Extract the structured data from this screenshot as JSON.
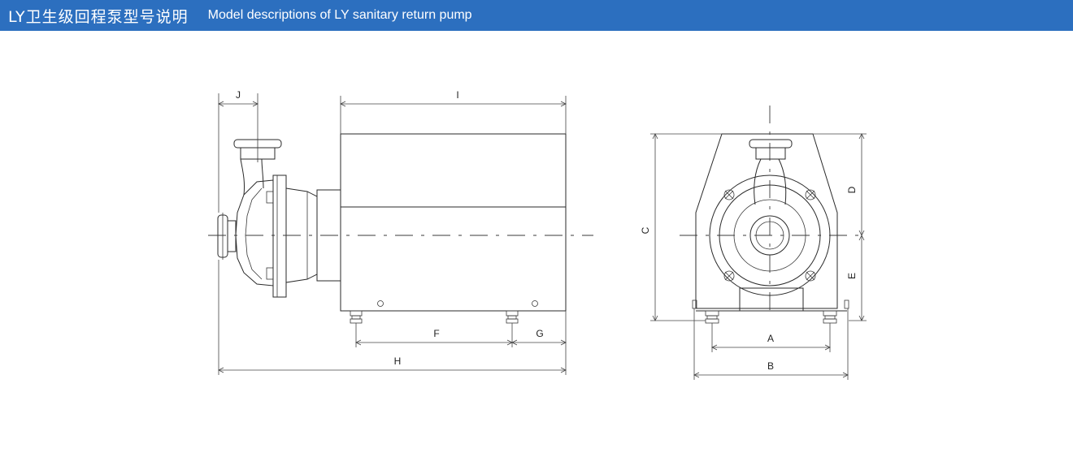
{
  "header": {
    "title_cn": "LY卫生级回程泵型号说明",
    "title_en": "Model descriptions of LY sanitary return pump"
  },
  "diagram": {
    "side_view_labels": {
      "J": "J",
      "I": "I",
      "F": "F",
      "G": "G",
      "H": "H"
    },
    "front_view_labels": {
      "C": "C",
      "D": "D",
      "E": "E",
      "A": "A",
      "B": "B"
    }
  },
  "colors": {
    "header_bg": "#2c6fbf",
    "header_text": "#ffffff",
    "line": "#2a2a2a"
  }
}
